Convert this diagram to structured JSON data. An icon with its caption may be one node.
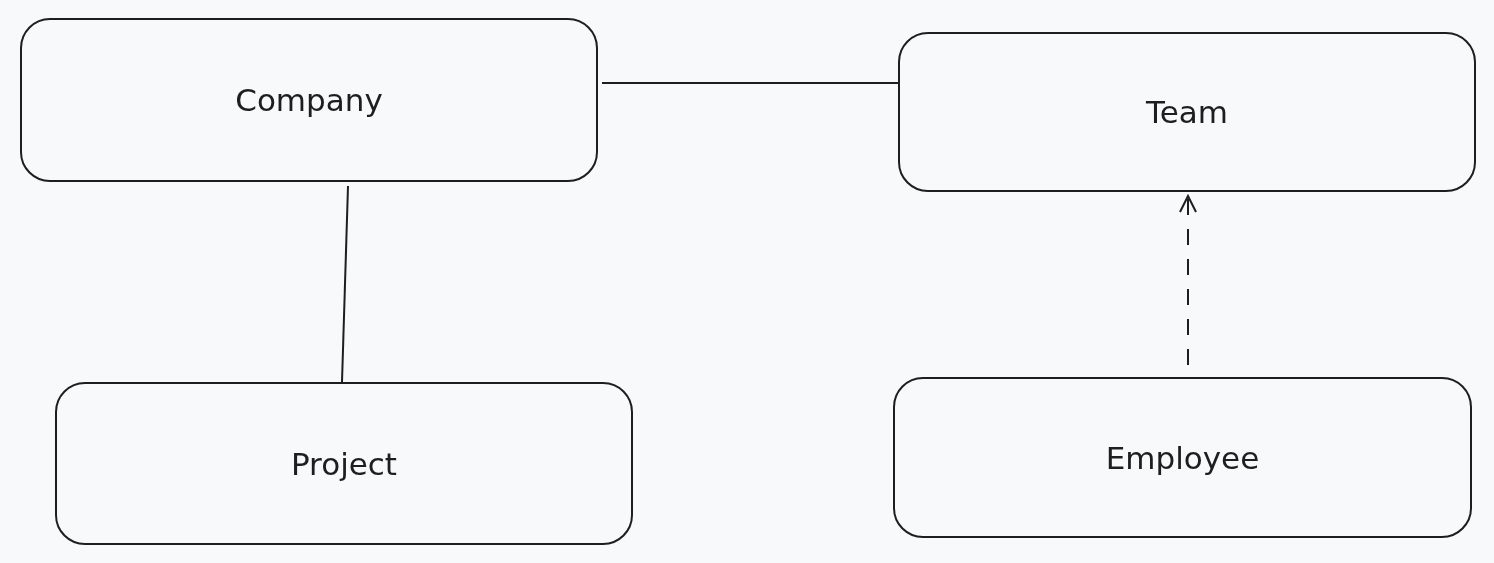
{
  "diagram": {
    "nodes": [
      {
        "text": [
          "Company"
        ]
      },
      {
        "text": [
          "Team"
        ]
      },
      {
        "text": [
          "Project"
        ]
      },
      {
        "text": [
          "Employee"
        ]
      }
    ],
    "edges": [
      {
        "from": 0,
        "to": 1,
        "arrow": "none"
      },
      {
        "from": 0,
        "to": 2,
        "arrow": "none"
      },
      {
        "from": 3,
        "to": 1,
        "arrow": "to",
        "style": "dashed"
      }
    ]
  }
}
